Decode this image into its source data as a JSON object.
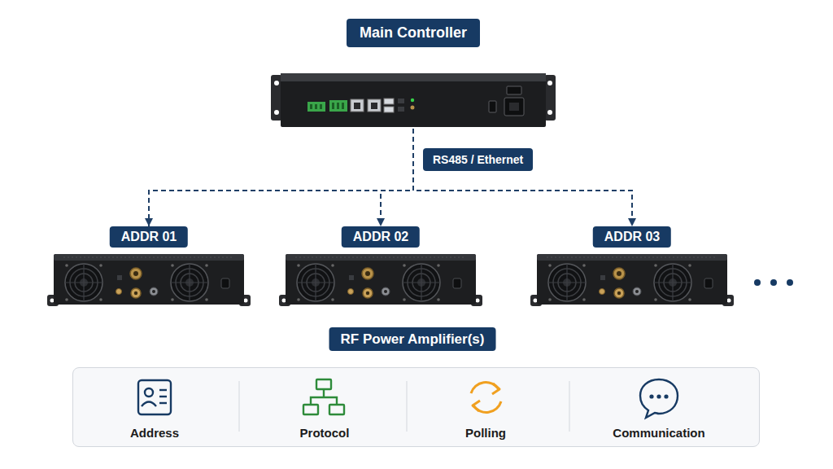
{
  "diagram": {
    "nodes": [
      {
        "text": [
          "Main Controller"
        ]
      },
      {
        "text": [
          "ADDR 01"
        ]
      },
      {
        "text": [
          "ADDR 02"
        ]
      },
      {
        "text": [
          "ADDR 03"
        ]
      }
    ],
    "edges": [
      {
        "from": 0,
        "to": 1,
        "arrow": "to"
      },
      {
        "from": 0,
        "to": 2,
        "arrow": "to",
        "label": "RS485 / Ethernet"
      },
      {
        "from": 0,
        "to": 3,
        "arrow": "to"
      }
    ],
    "labels": [
      "RF Power Amplifier(s)",
      "Address",
      "Protocol",
      "Polling",
      "Communication"
    ]
  }
}
